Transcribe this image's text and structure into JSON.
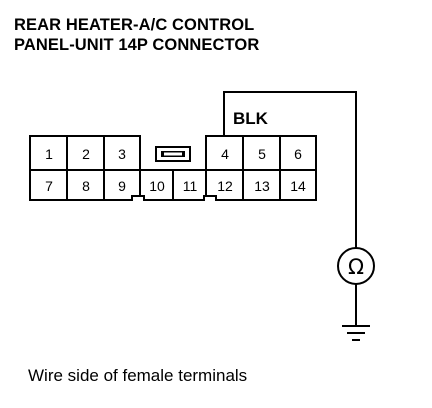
{
  "title": {
    "line1": "REAR HEATER-A/C CONTROL",
    "line2": "PANEL-UNIT 14P CONNECTOR"
  },
  "wire_color_label": "BLK",
  "terminals": {
    "top_row": [
      "1",
      "2",
      "3",
      "4",
      "5",
      "6"
    ],
    "bottom_row": [
      "7",
      "8",
      "9",
      "10",
      "11",
      "12",
      "13",
      "14"
    ]
  },
  "probed_terminal": "4",
  "meter_symbol": "Ω",
  "caption": "Wire side of female terminals"
}
